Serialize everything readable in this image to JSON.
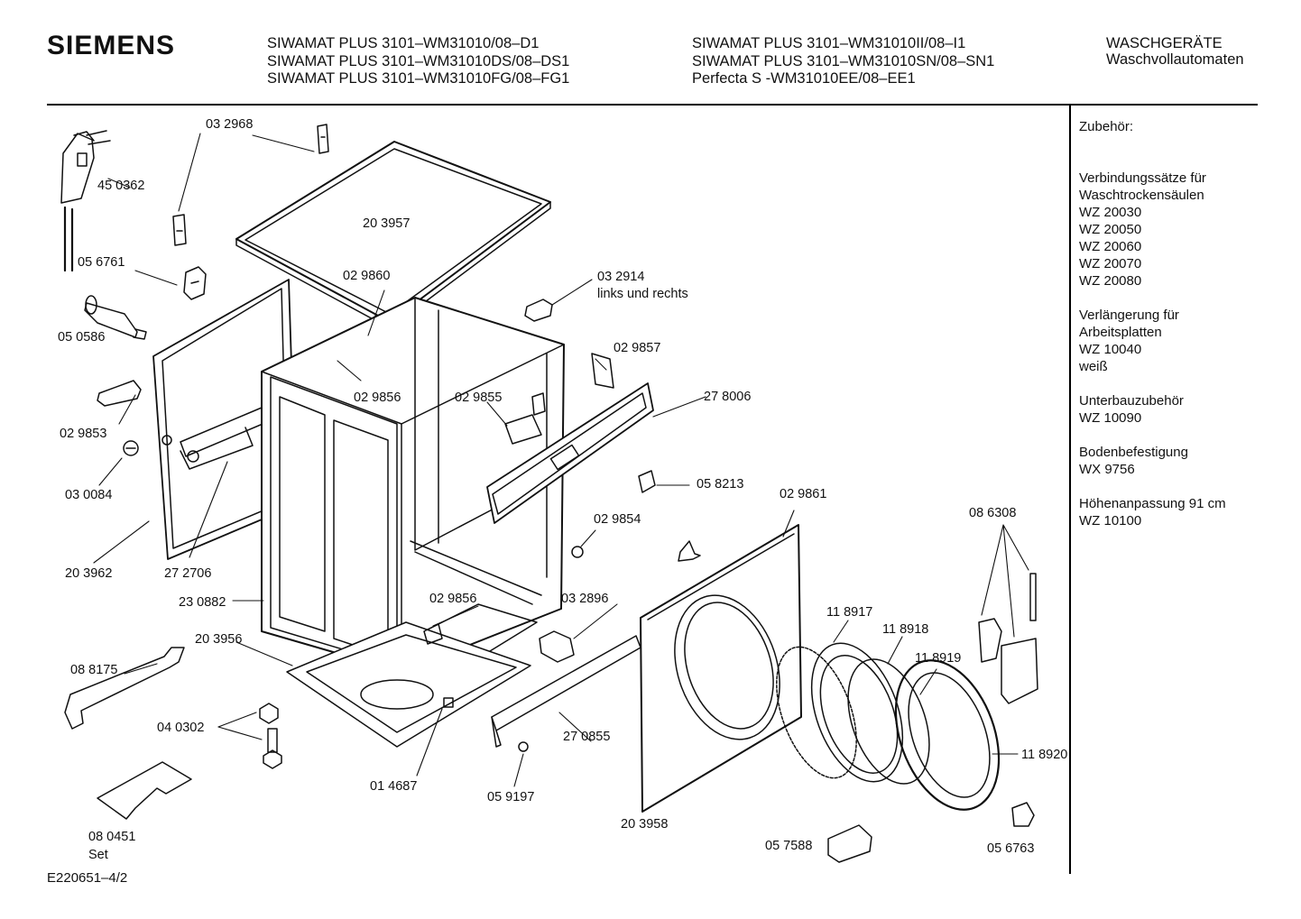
{
  "header": {
    "brand": "SIEMENS",
    "models_col1": [
      "SIWAMAT PLUS 3101–WM31010/08–D1",
      "SIWAMAT PLUS 3101–WM31010DS/08–DS1",
      "SIWAMAT PLUS 3101–WM31010FG/08–FG1"
    ],
    "models_col2": [
      "SIWAMAT PLUS 3101–WM31010II/08–I1",
      "SIWAMAT PLUS 3101–WM31010SN/08–SN1",
      "Perfecta S -WM31010EE/08–EE1"
    ],
    "category": [
      "WASCHGERÄTE",
      "Waschvollautomaten"
    ]
  },
  "accessories": {
    "title": "Zubehör:",
    "groups": [
      {
        "lines": [
          "Verbindungssätze für",
          "Waschtrockensäulen",
          "WZ 20030",
          "WZ 20050",
          "WZ 20060",
          "WZ 20070",
          "WZ 20080"
        ]
      },
      {
        "lines": [
          "Verlängerung für",
          "Arbeitsplatten",
          "WZ 10040",
          "weiß"
        ]
      },
      {
        "lines": [
          "Unterbauzubehör",
          "WZ 10090"
        ]
      },
      {
        "lines": [
          "Bodenbefestigung",
          "WX 9756"
        ]
      },
      {
        "lines": [
          "Höhenanpassung 91 cm",
          "WZ 10100"
        ]
      }
    ]
  },
  "parts": {
    "p_032968": "03 2968",
    "p_450362": "45 0362",
    "p_203957": "20 3957",
    "p_056761": "05 6761",
    "p_029860": "02 9860",
    "p_032914": "03 2914",
    "p_032914_note": "links und rechts",
    "p_050586": "05 0586",
    "p_029857": "02 9857",
    "p_029856a": "02 9856",
    "p_029855": "02 9855",
    "p_278006": "27 8006",
    "p_029853": "02 9853",
    "p_030084": "03 0084",
    "p_058213": "05 8213",
    "p_029861": "02 9861",
    "p_029854": "02 9854",
    "p_086308": "08 6308",
    "p_203962": "20 3962",
    "p_272706": "27 2706",
    "p_230882": "23 0882",
    "p_029856b": "02 9856",
    "p_032896": "03 2896",
    "p_118917": "11 8917",
    "p_118918": "11 8918",
    "p_203956": "20 3956",
    "p_118919": "11 8919",
    "p_088175": "08 8175",
    "p_040302": "04 0302",
    "p_270855": "27 0855",
    "p_118920": "11 8920",
    "p_014687": "01 4687",
    "p_059197": "05 9197",
    "p_203958": "20 3958",
    "p_080451": "08  0451",
    "p_080451_note": "Set",
    "p_057588": "05 7588",
    "p_056763": "05 6763"
  },
  "document_code": "E220651–4/2"
}
